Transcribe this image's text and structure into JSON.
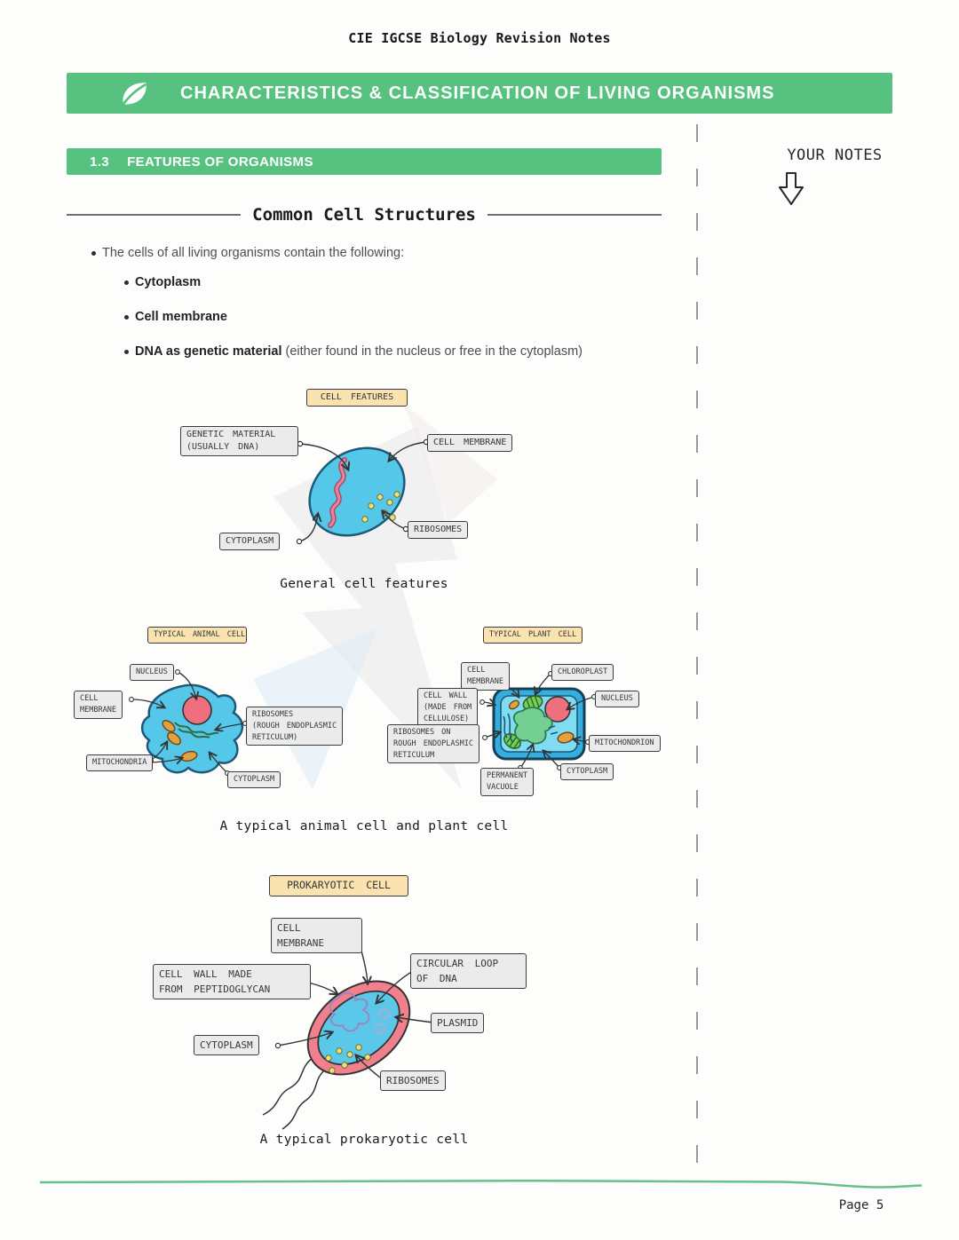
{
  "page": {
    "header": "CIE IGCSE Biology Revision Notes",
    "banner_title": "CHARACTERISTICS & CLASSIFICATION OF LIVING ORGANISMS",
    "section_number": "1.3",
    "section_title": "FEATURES OF ORGANISMS",
    "notes_label": "YOUR NOTES",
    "page_number": "Page 5"
  },
  "colors": {
    "accent_green": "#57c17f",
    "tan_box": "#fae3ae",
    "gray_box": "#ebebeb",
    "cell_blue": "#55c8ea",
    "nucleus_pink": "#ef6f7f",
    "prokaryote_wall_pink": "#f0808d",
    "ribosome_yellow": "#ece17e",
    "mitochondria_orange": "#e2a23f",
    "chloroplast_green": "#72cf57"
  },
  "content": {
    "heading": "Common Cell Structures",
    "intro": "The cells of all living organisms contain the following:",
    "bullets": [
      {
        "bold": "Cytoplasm",
        "rest": ""
      },
      {
        "bold": "Cell membrane",
        "rest": ""
      },
      {
        "bold": "DNA as genetic material",
        "rest": " (either found in the nucleus or free in the cytoplasm)"
      }
    ]
  },
  "diagrams": {
    "general": {
      "title": "CELL FEATURES",
      "caption": "General cell features",
      "labels": {
        "genetic_material": [
          "GENETIC MATERIAL",
          "(USUALLY DNA)"
        ],
        "cell_membrane": "CELL MEMBRANE",
        "cytoplasm": "CYTOPLASM",
        "ribosomes": "RIBOSOMES"
      }
    },
    "animal": {
      "title": "TYPICAL ANIMAL CELL",
      "labels": {
        "nucleus": "NUCLEUS",
        "cell_membrane": [
          "CELL",
          "MEMBRANE"
        ],
        "ribosomes": [
          "RIBOSOMES",
          "(ROUGH ENDOPLASMIC",
          "RETICULUM)"
        ],
        "mitochondria": "MITOCHONDRIA",
        "cytoplasm": "CYTOPLASM"
      }
    },
    "plant": {
      "title": "TYPICAL PLANT CELL",
      "labels": {
        "cell_membrane": [
          "CELL",
          "MEMBRANE"
        ],
        "chloroplast": "CHLOROPLAST",
        "cell_wall": [
          "CELL WALL",
          "(MADE FROM",
          "CELLULOSE)"
        ],
        "nucleus": "NUCLEUS",
        "ribosomes": [
          "RIBOSOMES ON",
          "ROUGH ENDOPLASMIC",
          "RETICULUM"
        ],
        "mitochondrion": "MITOCHONDRION",
        "vacuole": [
          "PERMANENT",
          "VACUOLE"
        ],
        "cytoplasm": "CYTOPLASM"
      }
    },
    "animal_plant_caption": "A typical animal cell and plant cell",
    "prokaryotic": {
      "title": "PROKARYOTIC CELL",
      "caption": "A typical prokaryotic cell",
      "labels": {
        "cell_membrane": [
          "CELL",
          "MEMBRANE"
        ],
        "cell_wall": [
          "CELL WALL MADE",
          "FROM PEPTIDOGLYCAN"
        ],
        "dna_loop": [
          "CIRCULAR LOOP",
          "OF DNA"
        ],
        "plasmid": "PLASMID",
        "cytoplasm": "CYTOPLASM",
        "ribosomes": "RIBOSOMES"
      }
    }
  }
}
